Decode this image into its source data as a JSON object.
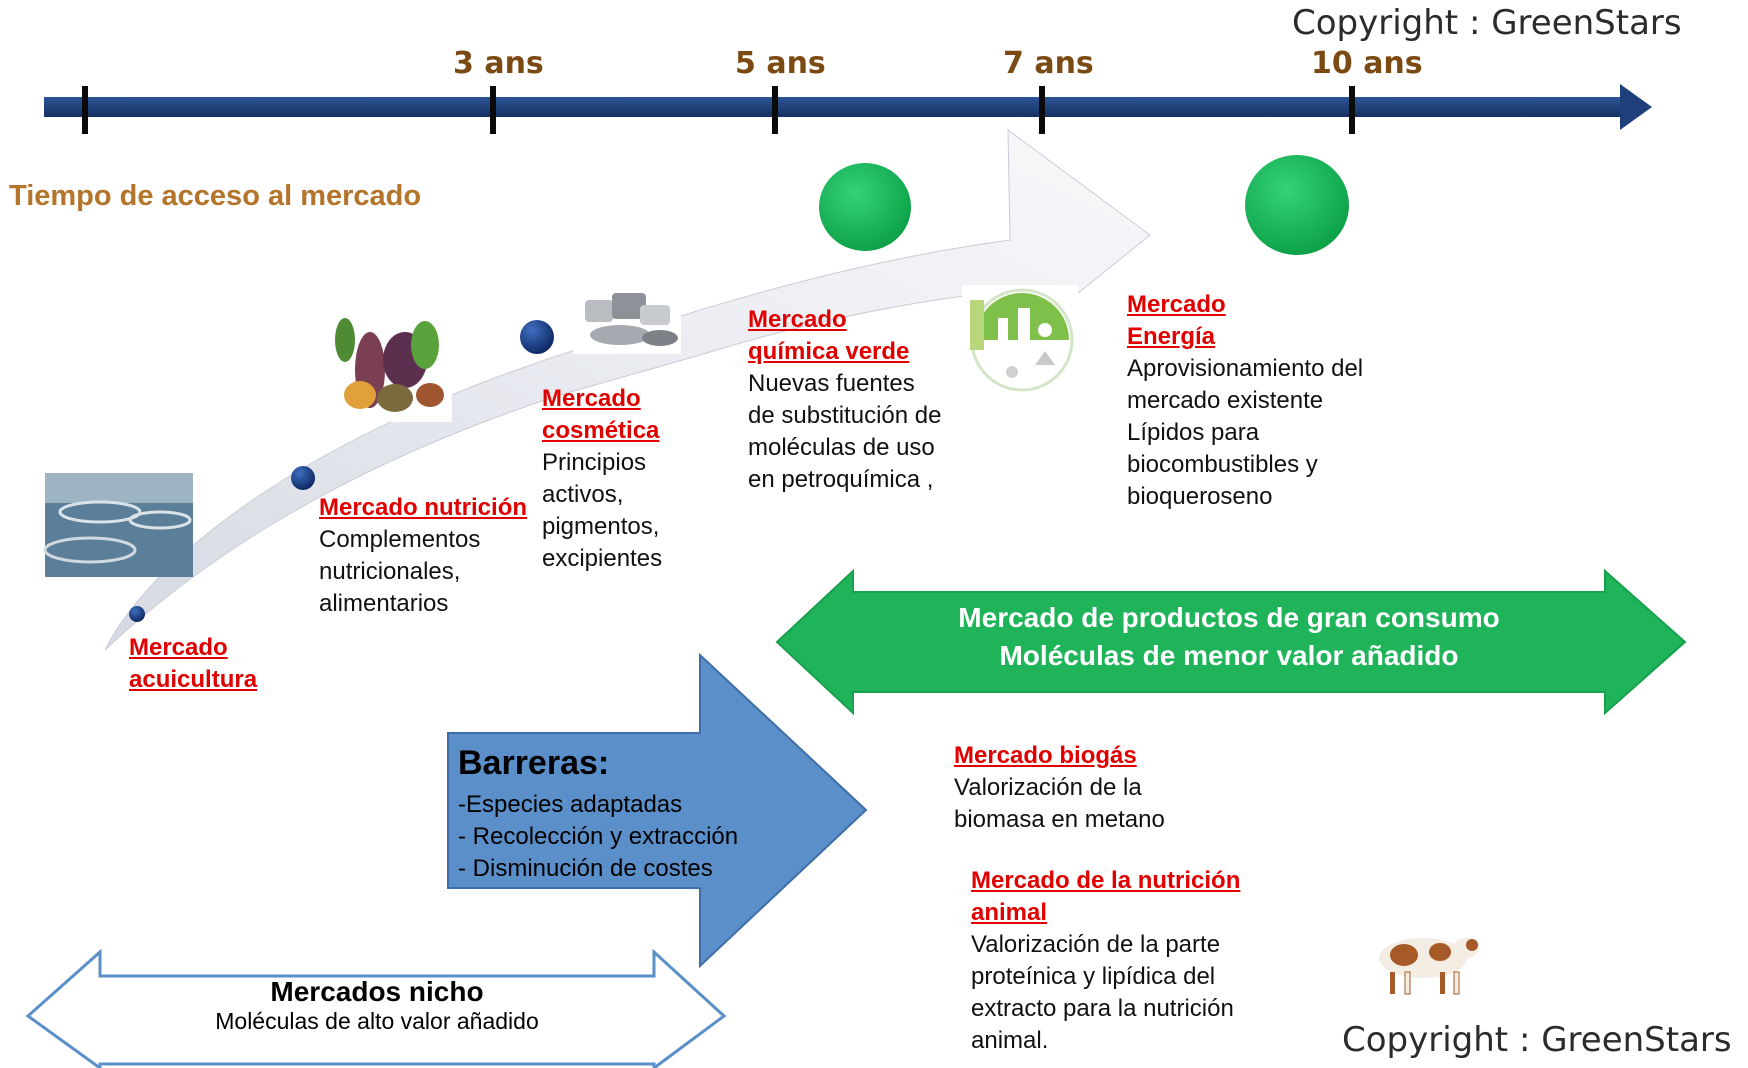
{
  "copyright_top": "Copyright : GreenStars",
  "copyright_bottom": "Copyright : GreenStars",
  "timeline": {
    "ticks": [
      "3 ans",
      "5 ans",
      "7 ans",
      "10 ans"
    ],
    "color": "#1f3f7a"
  },
  "heading": "Tiempo de acceso al mercado",
  "markets": {
    "acuicultura": {
      "title": [
        "Mercado",
        "acuicultura"
      ]
    },
    "nutricion": {
      "title": "Mercado nutrición",
      "desc": [
        "Complementos",
        "nutricionales,",
        "alimentarios"
      ]
    },
    "cosmetica": {
      "title": [
        "Mercado",
        "cosmética"
      ],
      "desc": [
        "Principios",
        "activos,",
        "pigmentos,",
        "excipientes"
      ]
    },
    "quimica": {
      "title": [
        "Mercado",
        "química verde"
      ],
      "desc": [
        "Nuevas fuentes",
        "de substitución de",
        "moléculas de uso",
        "en petroquímica ,"
      ]
    },
    "energia": {
      "title": [
        "Mercado",
        "Energía"
      ],
      "desc": [
        "Aprovisionamiento del",
        "mercado existente",
        "Lípidos para",
        "biocombustibles y",
        "bioqueroseno"
      ]
    },
    "biogas": {
      "title": "Mercado biogás",
      "desc": [
        "Valorización de la",
        "biomasa en metano"
      ]
    },
    "nutricion_animal": {
      "title": [
        "Mercado de la nutrición",
        "animal"
      ],
      "desc": [
        "Valorización de la parte",
        "proteínica y lipídica del",
        "extracto para la nutrición",
        "animal."
      ]
    }
  },
  "green_arrow": {
    "lines": [
      "Mercado de  productos de gran consumo",
      "Moléculas de menor valor añadido"
    ],
    "color": "#1fb35a"
  },
  "barreras": {
    "title": "Barreras:",
    "lines": [
      "-Especies adaptadas",
      "- Recolección y extracción",
      "-  Disminución de costes"
    ],
    "color": "#5b8fc9"
  },
  "nicho": {
    "title": "Mercados nicho",
    "subtitle": "Moléculas de alto valor añadido"
  },
  "icons": {
    "aquaculture": "aquaculture-photo",
    "vegetables": "vegetables-photo",
    "cosmetics": "cosmetic-jars-photo",
    "green_chemistry": "green-chemistry-logo",
    "cow": "cow-photo"
  }
}
